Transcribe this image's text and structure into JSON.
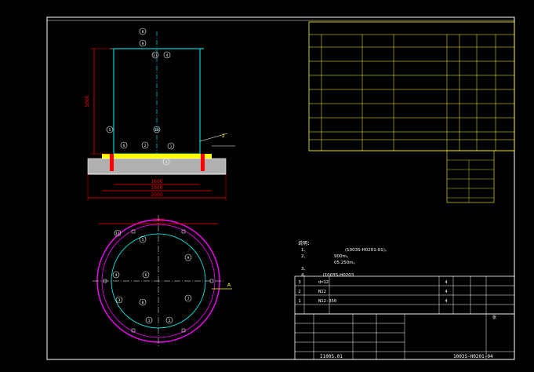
{
  "drawing": {
    "colors": {
      "background": "#000000",
      "frame": "#ffffff",
      "table_line": "#ffff00",
      "tank": "#00ffff",
      "dimension": "#ff0000",
      "ring": "#ff00ff",
      "text_white": "#ffffff",
      "text_yellow": "#ffff00",
      "text_green": "#00ff00"
    }
  },
  "elevation_view": {
    "dim_vertical": "5000",
    "dim_bottom_1": "1600",
    "dim_bottom_2": "1800",
    "dim_bottom_3": "2000",
    "callouts": [
      "8",
      "9",
      "11",
      "4",
      "5",
      "10",
      "6",
      "2",
      "1",
      "3"
    ],
    "label_right": "2"
  },
  "plan_view": {
    "dim_top": "3700",
    "callouts": [
      "11",
      "5",
      "9",
      "4",
      "6",
      "7",
      "3",
      "8",
      "1",
      "2"
    ],
    "label_a": "A"
  },
  "notes": {
    "heading": "说明：",
    "lines": [
      "1、",
      "(1003S-H0201-01)。",
      "2、",
      "900m。",
      "05.250m。",
      "3、",
      "4、",
      "I1003S-H0203"
    ]
  },
  "bom_lower": {
    "rows": [
      {
        "no": "3",
        "spec": "d=12",
        "qty": "4"
      },
      {
        "no": "2",
        "spec": "N12",
        "qty": "4"
      },
      {
        "no": "1",
        "spec": "N12-350",
        "qty": "4"
      }
    ]
  },
  "title_block": {
    "code_left": "I1005.01",
    "code_right": "1003S-H0201-04",
    "sheet_label": "张"
  }
}
